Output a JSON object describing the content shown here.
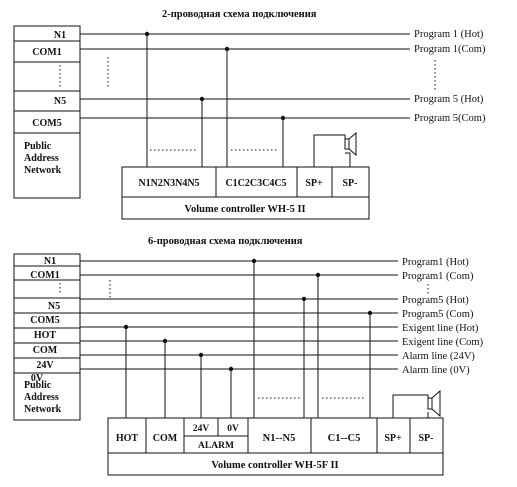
{
  "diagram1": {
    "title": "2-проводная схема подключения",
    "bus_labels": [
      "N1",
      "COM1",
      "N5",
      "COM5"
    ],
    "network_label": [
      "Public",
      "Address",
      "Network"
    ],
    "programs": [
      "Program 1 (Hot)",
      "Program 1(Com)",
      "Program 5 (Hot)",
      "Program 5(Com)"
    ],
    "terminals": [
      "N1N2N3N4N5",
      "C1C2C3C4C5",
      "SP+",
      "SP-"
    ],
    "controller": "Volume controller WH-5 II"
  },
  "diagram2": {
    "title": "6-проводная схема подключения",
    "bus_labels": [
      "N1",
      "COM1",
      "N5",
      "COM5",
      "HOT",
      "COM",
      "24V",
      "0V"
    ],
    "network_label": [
      "Public",
      "Address",
      "Network"
    ],
    "programs": [
      "Program1 (Hot)",
      "Program1 (Com)",
      "Program5 (Hot)",
      "Program5 (Com)",
      "Exigent line (Hot)",
      "Exigent line (Com)",
      "Alarm line (24V)",
      "Alarm line (0V)"
    ],
    "terminals": [
      "HOT",
      "COM",
      "24V",
      "0V",
      "ALARM",
      "N1--N5",
      "C1--C5",
      "SP+",
      "SP-"
    ],
    "controller": "Volume controller WH-5F II"
  },
  "colors": {
    "line": "#111111",
    "background": "#ffffff"
  },
  "icons": [
    "speaker-icon"
  ]
}
